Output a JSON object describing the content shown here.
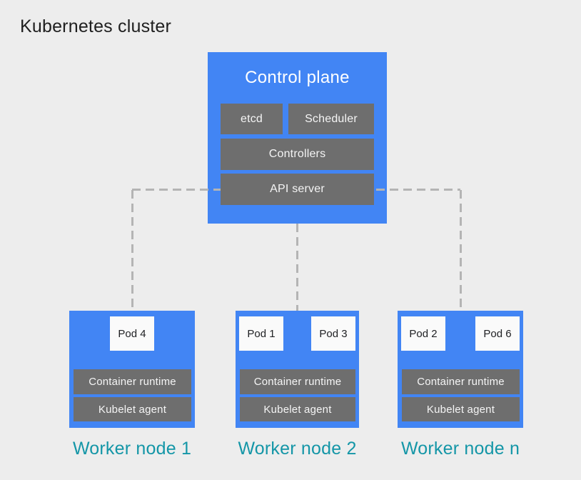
{
  "page": {
    "title": "Kubernetes cluster"
  },
  "colors": {
    "background": "#EDEDED",
    "node_blue": "#4285F4",
    "component_gray": "#6E6E6E",
    "component_text": "#F5F5F5",
    "pod_white": "#FAFAFA",
    "pod_text": "#202124",
    "title_text": "#1F1F1F",
    "worker_label_teal": "#1496A7",
    "connector_gray": "#B4B4B4"
  },
  "control_plane": {
    "title": "Control plane",
    "components": {
      "etcd": "etcd",
      "scheduler": "Scheduler",
      "controllers": "Controllers",
      "api_server": "API server"
    }
  },
  "worker_nodes": [
    {
      "label": "Worker node 1",
      "pods": [
        "Pod 4"
      ],
      "container_runtime": "Container runtime",
      "kubelet_agent": "Kubelet agent"
    },
    {
      "label": "Worker node 2",
      "pods": [
        "Pod 1",
        "Pod 3"
      ],
      "container_runtime": "Container runtime",
      "kubelet_agent": "Kubelet agent"
    },
    {
      "label": "Worker node n",
      "pods": [
        "Pod 2",
        "Pod 6"
      ],
      "container_runtime": "Container runtime",
      "kubelet_agent": "Kubelet agent"
    }
  ]
}
